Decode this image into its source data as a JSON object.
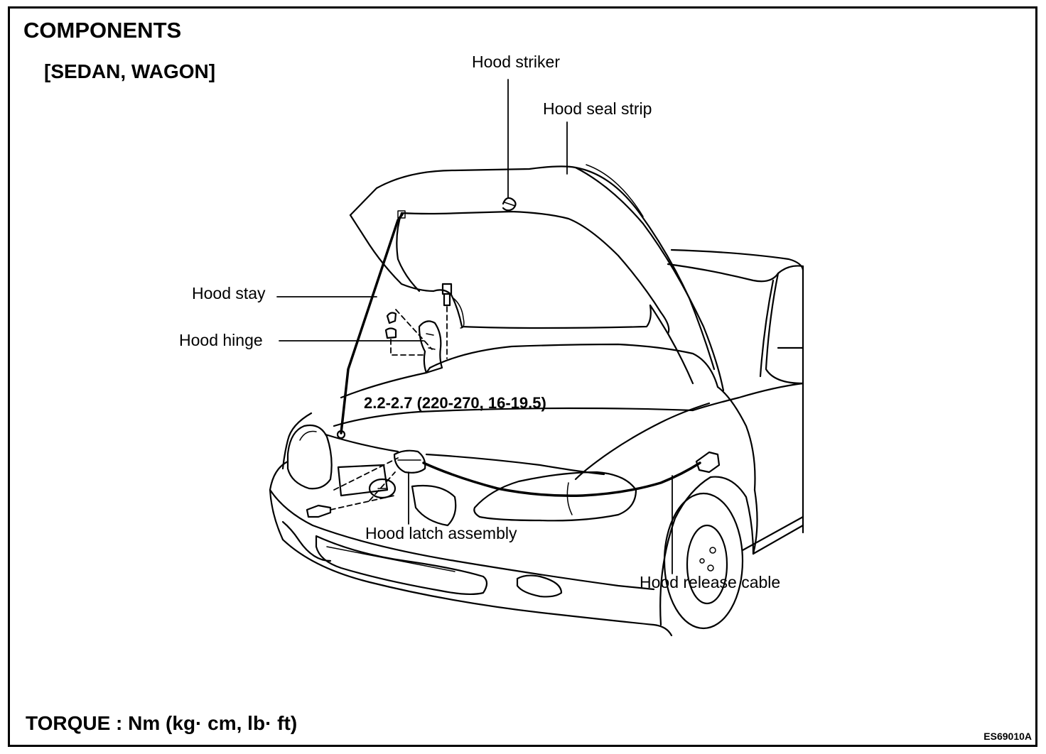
{
  "title": "COMPONENTS",
  "subtitle": "[SEDAN, WAGON]",
  "labels": {
    "hood_striker": "Hood striker",
    "hood_seal_strip": "Hood seal strip",
    "hood_stay": "Hood stay",
    "hood_hinge": "Hood hinge",
    "hood_latch_assembly": "Hood latch assembly",
    "hood_release_cable": "Hood release cable"
  },
  "torque_value": "2.2-2.7 (220-270, 16-19.5)",
  "torque_units": "TORQUE : Nm (kg· cm, lb· ft)",
  "figure_code": "ES69010A"
}
